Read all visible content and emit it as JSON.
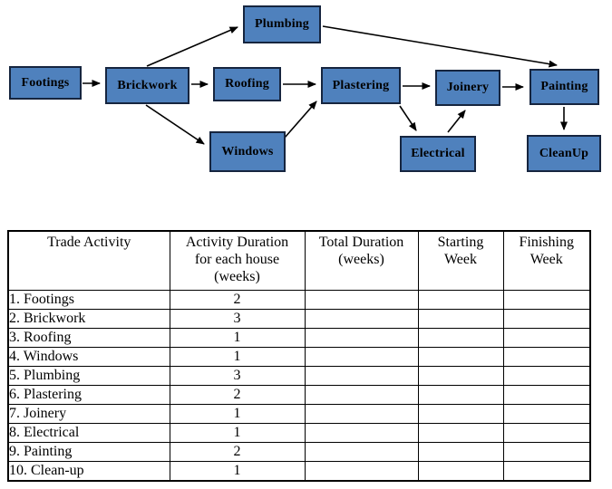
{
  "diagram": {
    "box_fill": "#4F81BD",
    "box_border": "#16253f",
    "nodes": [
      {
        "id": "footings",
        "label": "Footings"
      },
      {
        "id": "brickwork",
        "label": "Brickwork"
      },
      {
        "id": "roofing",
        "label": "Roofing"
      },
      {
        "id": "plumbing",
        "label": "Plumbing"
      },
      {
        "id": "windows",
        "label": "Windows"
      },
      {
        "id": "plastering",
        "label": "Plastering"
      },
      {
        "id": "joinery",
        "label": "Joinery"
      },
      {
        "id": "electrical",
        "label": "Electrical"
      },
      {
        "id": "painting",
        "label": "Painting"
      },
      {
        "id": "cleanup",
        "label": "CleanUp"
      }
    ],
    "edges": [
      "Footings->Brickwork",
      "Brickwork->Plumbing",
      "Brickwork->Roofing",
      "Brickwork->Windows",
      "Roofing->Plastering",
      "Windows->Plastering",
      "Plumbing->Painting",
      "Plastering->Joinery",
      "Plastering->Electrical",
      "Electrical->Joinery",
      "Joinery->Painting",
      "Painting->CleanUp"
    ]
  },
  "table": {
    "columns": [
      {
        "lines": [
          "Trade Activity",
          "",
          ""
        ]
      },
      {
        "lines": [
          "Activity Duration",
          "for each house",
          "(weeks)"
        ]
      },
      {
        "lines": [
          "Total Duration",
          "(weeks)",
          ""
        ]
      },
      {
        "lines": [
          "Starting",
          "Week",
          ""
        ]
      },
      {
        "lines": [
          "Finishing",
          "Week",
          ""
        ]
      }
    ],
    "rows": [
      {
        "activity": "1. Footings",
        "duration": "2",
        "total": "",
        "starting": "",
        "finishing": ""
      },
      {
        "activity": "2. Brickwork",
        "duration": "3",
        "total": "",
        "starting": "",
        "finishing": ""
      },
      {
        "activity": "3. Roofing",
        "duration": "1",
        "total": "",
        "starting": "",
        "finishing": ""
      },
      {
        "activity": "4. Windows",
        "duration": "1",
        "total": "",
        "starting": "",
        "finishing": ""
      },
      {
        "activity": "5. Plumbing",
        "duration": "3",
        "total": "",
        "starting": "",
        "finishing": ""
      },
      {
        "activity": "6. Plastering",
        "duration": "2",
        "total": "",
        "starting": "",
        "finishing": ""
      },
      {
        "activity": "7. Joinery",
        "duration": "1",
        "total": "",
        "starting": "",
        "finishing": ""
      },
      {
        "activity": "8. Electrical",
        "duration": "1",
        "total": "",
        "starting": "",
        "finishing": ""
      },
      {
        "activity": "9. Painting",
        "duration": "2",
        "total": "",
        "starting": "",
        "finishing": ""
      },
      {
        "activity": "10. Clean-up",
        "duration": "1",
        "total": "",
        "starting": "",
        "finishing": ""
      }
    ]
  }
}
